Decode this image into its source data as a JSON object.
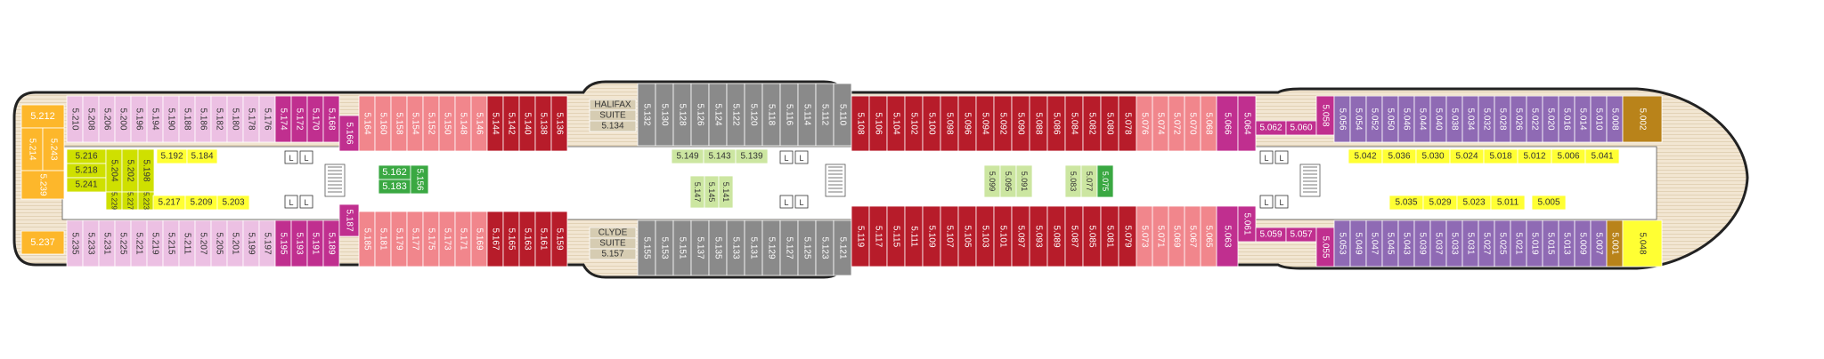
{
  "colors": {
    "deck": "#f2e6d2",
    "hull": "#222222",
    "yellow": "#ffff33",
    "lightgreen": "#cce6a1",
    "green": "#3aa842",
    "orange": "#fdb72b",
    "lightpink": "#ecc0e3",
    "magenta": "#c02f8f",
    "salmon": "#f1868c",
    "crimson": "#b71c2a",
    "gray": "#8a8a8a",
    "tan": "#d6ccb2",
    "purple": "#8f6ab4",
    "bronze": "#b9831a",
    "lime": "#cfe000"
  },
  "lifts": {
    "label": "L"
  },
  "cabins": [
    {
      "label": "5.212",
      "color": "orange"
    },
    {
      "label": "5.214",
      "color": "orange"
    },
    {
      "label": "5.243",
      "color": "orange"
    },
    {
      "label": "5.239",
      "color": "orange"
    },
    {
      "label": "5.237",
      "color": "orange"
    },
    {
      "label": "5.210",
      "color": "lightpink"
    },
    {
      "label": "5.208",
      "color": "lightpink"
    },
    {
      "label": "5.206",
      "color": "lightpink"
    },
    {
      "label": "5.200",
      "color": "lightpink"
    },
    {
      "label": "5.196",
      "color": "lightpink"
    },
    {
      "label": "5.194",
      "color": "lightpink"
    },
    {
      "label": "5.190",
      "color": "lightpink"
    },
    {
      "label": "5.188",
      "color": "lightpink"
    },
    {
      "label": "5.186",
      "color": "lightpink"
    },
    {
      "label": "5.182",
      "color": "lightpink"
    },
    {
      "label": "5.180",
      "color": "lightpink"
    },
    {
      "label": "5.178",
      "color": "lightpink"
    },
    {
      "label": "5.176",
      "color": "lightpink"
    },
    {
      "label": "5.174",
      "color": "magenta"
    },
    {
      "label": "5.172",
      "color": "magenta"
    },
    {
      "label": "5.170",
      "color": "magenta"
    },
    {
      "label": "5.168",
      "color": "magenta"
    },
    {
      "label": "5.166",
      "color": "magenta"
    },
    {
      "label": "5.164",
      "color": "salmon"
    },
    {
      "label": "5.160",
      "color": "salmon"
    },
    {
      "label": "5.158",
      "color": "salmon"
    },
    {
      "label": "5.154",
      "color": "salmon"
    },
    {
      "label": "5.152",
      "color": "salmon"
    },
    {
      "label": "5.150",
      "color": "salmon"
    },
    {
      "label": "5.148",
      "color": "salmon"
    },
    {
      "label": "5.146",
      "color": "salmon"
    },
    {
      "label": "5.144",
      "color": "crimson"
    },
    {
      "label": "5.142",
      "color": "crimson"
    },
    {
      "label": "5.140",
      "color": "crimson"
    },
    {
      "label": "5.138",
      "color": "crimson"
    },
    {
      "label": "5.136",
      "color": "crimson"
    },
    {
      "label": "5.216",
      "color": "lime"
    },
    {
      "label": "5.218",
      "color": "lime"
    },
    {
      "label": "5.241",
      "color": "lime"
    },
    {
      "label": "5.204",
      "color": "lime"
    },
    {
      "label": "5.202",
      "color": "lime"
    },
    {
      "label": "5.198",
      "color": "lime"
    },
    {
      "label": "5.229",
      "color": "lime"
    },
    {
      "label": "5.227",
      "color": "lime"
    },
    {
      "label": "5.223",
      "color": "lime"
    },
    {
      "label": "5.192",
      "color": "yellow"
    },
    {
      "label": "5.184",
      "color": "yellow"
    },
    {
      "label": "5.217",
      "color": "yellow"
    },
    {
      "label": "5.209",
      "color": "yellow"
    },
    {
      "label": "5.203",
      "color": "yellow"
    },
    {
      "label": "5.162",
      "color": "green"
    },
    {
      "label": "5.183",
      "color": "green"
    },
    {
      "label": "5.156",
      "color": "green"
    },
    {
      "label": "5.235",
      "color": "lightpink"
    },
    {
      "label": "5.233",
      "color": "lightpink"
    },
    {
      "label": "5.231",
      "color": "lightpink"
    },
    {
      "label": "5.225",
      "color": "lightpink"
    },
    {
      "label": "5.221",
      "color": "lightpink"
    },
    {
      "label": "5.219",
      "color": "lightpink"
    },
    {
      "label": "5.215",
      "color": "lightpink"
    },
    {
      "label": "5.211",
      "color": "lightpink"
    },
    {
      "label": "5.207",
      "color": "lightpink"
    },
    {
      "label": "5.205",
      "color": "lightpink"
    },
    {
      "label": "5.201",
      "color": "lightpink"
    },
    {
      "label": "5.199",
      "color": "lightpink"
    },
    {
      "label": "5.197",
      "color": "lightpink"
    },
    {
      "label": "5.195",
      "color": "magenta"
    },
    {
      "label": "5.193",
      "color": "magenta"
    },
    {
      "label": "5.191",
      "color": "magenta"
    },
    {
      "label": "5.189",
      "color": "magenta"
    },
    {
      "label": "5.187",
      "color": "magenta"
    },
    {
      "label": "5.185",
      "color": "salmon"
    },
    {
      "label": "5.181",
      "color": "salmon"
    },
    {
      "label": "5.179",
      "color": "salmon"
    },
    {
      "label": "5.177",
      "color": "salmon"
    },
    {
      "label": "5.175",
      "color": "salmon"
    },
    {
      "label": "5.173",
      "color": "salmon"
    },
    {
      "label": "5.171",
      "color": "salmon"
    },
    {
      "label": "5.169",
      "color": "salmon"
    },
    {
      "label": "5.167",
      "color": "crimson"
    },
    {
      "label": "5.165",
      "color": "crimson"
    },
    {
      "label": "5.163",
      "color": "crimson"
    },
    {
      "label": "5.161",
      "color": "crimson"
    },
    {
      "label": "5.159",
      "color": "crimson"
    },
    {
      "label": "HALIFAX",
      "color": "tan"
    },
    {
      "label": "SUITE",
      "color": "tan"
    },
    {
      "label": "5.134",
      "color": "tan"
    },
    {
      "label": "CLYDE",
      "color": "tan"
    },
    {
      "label": "SUITE",
      "color": "tan"
    },
    {
      "label": "5.157",
      "color": "tan"
    },
    {
      "label": "5.132",
      "color": "gray"
    },
    {
      "label": "5.130",
      "color": "gray"
    },
    {
      "label": "5.128",
      "color": "gray"
    },
    {
      "label": "5.126",
      "color": "gray"
    },
    {
      "label": "5.124",
      "color": "gray"
    },
    {
      "label": "5.122",
      "color": "gray"
    },
    {
      "label": "5.120",
      "color": "gray"
    },
    {
      "label": "5.118",
      "color": "gray"
    },
    {
      "label": "5.116",
      "color": "gray"
    },
    {
      "label": "5.114",
      "color": "gray"
    },
    {
      "label": "5.112",
      "color": "gray"
    },
    {
      "label": "5.110",
      "color": "gray"
    },
    {
      "label": "5.155",
      "color": "gray"
    },
    {
      "label": "5.153",
      "color": "gray"
    },
    {
      "label": "5.151",
      "color": "gray"
    },
    {
      "label": "5.137",
      "color": "gray"
    },
    {
      "label": "5.135",
      "color": "gray"
    },
    {
      "label": "5.133",
      "color": "gray"
    },
    {
      "label": "5.131",
      "color": "gray"
    },
    {
      "label": "5.129",
      "color": "gray"
    },
    {
      "label": "5.127",
      "color": "gray"
    },
    {
      "label": "5.125",
      "color": "gray"
    },
    {
      "label": "5.123",
      "color": "gray"
    },
    {
      "label": "5.121",
      "color": "gray"
    },
    {
      "label": "5.149",
      "color": "lightgreen"
    },
    {
      "label": "5.143",
      "color": "lightgreen"
    },
    {
      "label": "5.139",
      "color": "lightgreen"
    },
    {
      "label": "5.147",
      "color": "lightgreen"
    },
    {
      "label": "5.145",
      "color": "lightgreen"
    },
    {
      "label": "5.141",
      "color": "lightgreen"
    },
    {
      "label": "5.108",
      "color": "crimson"
    },
    {
      "label": "5.106",
      "color": "crimson"
    },
    {
      "label": "5.104",
      "color": "crimson"
    },
    {
      "label": "5.102",
      "color": "crimson"
    },
    {
      "label": "5.100",
      "color": "crimson"
    },
    {
      "label": "5.098",
      "color": "crimson"
    },
    {
      "label": "5.096",
      "color": "crimson"
    },
    {
      "label": "5.094",
      "color": "crimson"
    },
    {
      "label": "5.092",
      "color": "crimson"
    },
    {
      "label": "5.090",
      "color": "crimson"
    },
    {
      "label": "5.088",
      "color": "crimson"
    },
    {
      "label": "5.086",
      "color": "crimson"
    },
    {
      "label": "5.084",
      "color": "crimson"
    },
    {
      "label": "5.082",
      "color": "crimson"
    },
    {
      "label": "5.080",
      "color": "crimson"
    },
    {
      "label": "5.078",
      "color": "crimson"
    },
    {
      "label": "5.076",
      "color": "salmon"
    },
    {
      "label": "5.074",
      "color": "salmon"
    },
    {
      "label": "5.072",
      "color": "salmon"
    },
    {
      "label": "5.070",
      "color": "salmon"
    },
    {
      "label": "5.068",
      "color": "salmon"
    },
    {
      "label": "5.066",
      "color": "magenta"
    },
    {
      "label": "5.064",
      "color": "magenta"
    },
    {
      "label": "5.062",
      "color": "magenta"
    },
    {
      "label": "5.060",
      "color": "magenta"
    },
    {
      "label": "5.058",
      "color": "magenta"
    },
    {
      "label": "5.119",
      "color": "crimson"
    },
    {
      "label": "5.117",
      "color": "crimson"
    },
    {
      "label": "5.115",
      "color": "crimson"
    },
    {
      "label": "5.111",
      "color": "crimson"
    },
    {
      "label": "5.109",
      "color": "crimson"
    },
    {
      "label": "5.107",
      "color": "crimson"
    },
    {
      "label": "5.105",
      "color": "crimson"
    },
    {
      "label": "5.103",
      "color": "crimson"
    },
    {
      "label": "5.101",
      "color": "crimson"
    },
    {
      "label": "5.097",
      "color": "crimson"
    },
    {
      "label": "5.093",
      "color": "crimson"
    },
    {
      "label": "5.089",
      "color": "crimson"
    },
    {
      "label": "5.087",
      "color": "crimson"
    },
    {
      "label": "5.085",
      "color": "crimson"
    },
    {
      "label": "5.081",
      "color": "crimson"
    },
    {
      "label": "5.079",
      "color": "crimson"
    },
    {
      "label": "5.073",
      "color": "salmon"
    },
    {
      "label": "5.071",
      "color": "salmon"
    },
    {
      "label": "5.069",
      "color": "salmon"
    },
    {
      "label": "5.067",
      "color": "salmon"
    },
    {
      "label": "5.065",
      "color": "salmon"
    },
    {
      "label": "5.063",
      "color": "magenta"
    },
    {
      "label": "5.061",
      "color": "magenta"
    },
    {
      "label": "5.059",
      "color": "magenta"
    },
    {
      "label": "5.057",
      "color": "magenta"
    },
    {
      "label": "5.055",
      "color": "magenta"
    },
    {
      "label": "5.099",
      "color": "lightgreen"
    },
    {
      "label": "5.095",
      "color": "lightgreen"
    },
    {
      "label": "5.091",
      "color": "lightgreen"
    },
    {
      "label": "5.083",
      "color": "lightgreen"
    },
    {
      "label": "5.077",
      "color": "lightgreen"
    },
    {
      "label": "5.075",
      "color": "green"
    },
    {
      "label": "5.056",
      "color": "purple"
    },
    {
      "label": "5.054",
      "color": "purple"
    },
    {
      "label": "5.052",
      "color": "purple"
    },
    {
      "label": "5.050",
      "color": "purple"
    },
    {
      "label": "5.046",
      "color": "purple"
    },
    {
      "label": "5.044",
      "color": "purple"
    },
    {
      "label": "5.040",
      "color": "purple"
    },
    {
      "label": "5.038",
      "color": "purple"
    },
    {
      "label": "5.034",
      "color": "purple"
    },
    {
      "label": "5.032",
      "color": "purple"
    },
    {
      "label": "5.028",
      "color": "purple"
    },
    {
      "label": "5.026",
      "color": "purple"
    },
    {
      "label": "5.022",
      "color": "purple"
    },
    {
      "label": "5.020",
      "color": "purple"
    },
    {
      "label": "5.016",
      "color": "purple"
    },
    {
      "label": "5.014",
      "color": "purple"
    },
    {
      "label": "5.010",
      "color": "purple"
    },
    {
      "label": "5.008",
      "color": "purple"
    },
    {
      "label": "5.002",
      "color": "bronze"
    },
    {
      "label": "5.053",
      "color": "purple"
    },
    {
      "label": "5.049",
      "color": "purple"
    },
    {
      "label": "5.047",
      "color": "purple"
    },
    {
      "label": "5.045",
      "color": "purple"
    },
    {
      "label": "5.043",
      "color": "purple"
    },
    {
      "label": "5.039",
      "color": "purple"
    },
    {
      "label": "5.037",
      "color": "purple"
    },
    {
      "label": "5.033",
      "color": "purple"
    },
    {
      "label": "5.031",
      "color": "purple"
    },
    {
      "label": "5.027",
      "color": "purple"
    },
    {
      "label": "5.025",
      "color": "purple"
    },
    {
      "label": "5.021",
      "color": "purple"
    },
    {
      "label": "5.019",
      "color": "purple"
    },
    {
      "label": "5.015",
      "color": "purple"
    },
    {
      "label": "5.013",
      "color": "purple"
    },
    {
      "label": "5.009",
      "color": "purple"
    },
    {
      "label": "5.007",
      "color": "purple"
    },
    {
      "label": "5.001",
      "color": "bronze"
    },
    {
      "label": "5.048",
      "color": "yellow"
    },
    {
      "label": "5.042",
      "color": "yellow"
    },
    {
      "label": "5.036",
      "color": "yellow"
    },
    {
      "label": "5.030",
      "color": "yellow"
    },
    {
      "label": "5.024",
      "color": "yellow"
    },
    {
      "label": "5.018",
      "color": "yellow"
    },
    {
      "label": "5.012",
      "color": "yellow"
    },
    {
      "label": "5.006",
      "color": "yellow"
    },
    {
      "label": "5.041",
      "color": "yellow"
    },
    {
      "label": "5.035",
      "color": "yellow"
    },
    {
      "label": "5.029",
      "color": "yellow"
    },
    {
      "label": "5.023",
      "color": "yellow"
    },
    {
      "label": "5.011",
      "color": "yellow"
    },
    {
      "label": "5.005",
      "color": "yellow"
    }
  ]
}
